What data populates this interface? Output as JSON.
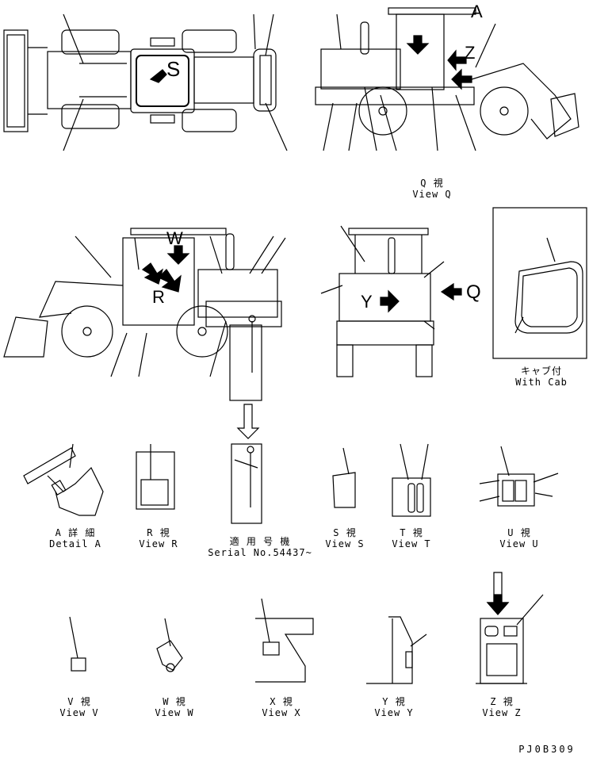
{
  "labels": {
    "view_q_jp": "Q 視",
    "view_q_en": "View Q",
    "with_cab_jp": "キャブ付",
    "with_cab_en": "With Cab",
    "detail_a_jp": "A 詳 細",
    "detail_a_en": "Detail A",
    "view_r_jp": "R 視",
    "view_r_en": "View R",
    "serial_jp": "適 用 号 機",
    "serial_en": "Serial No.54437~",
    "view_s_jp": "S 視",
    "view_s_en": "View S",
    "view_t_jp": "T 視",
    "view_t_en": "View T",
    "view_u_jp": "U 視",
    "view_u_en": "View U",
    "view_v_jp": "V 視",
    "view_v_en": "View V",
    "view_w_jp": "W 視",
    "view_w_en": "View W",
    "view_x_jp": "X 視",
    "view_x_en": "View X",
    "view_y_jp": "Y 視",
    "view_y_en": "View Y",
    "view_z_jp": "Z 視",
    "view_z_en": "View Z",
    "drawing_code": "PJ0B309"
  },
  "callouts": {
    "a": "A",
    "s": "S",
    "z": "Z",
    "w": "W",
    "r": "R",
    "q": "Q",
    "y": "Y"
  }
}
